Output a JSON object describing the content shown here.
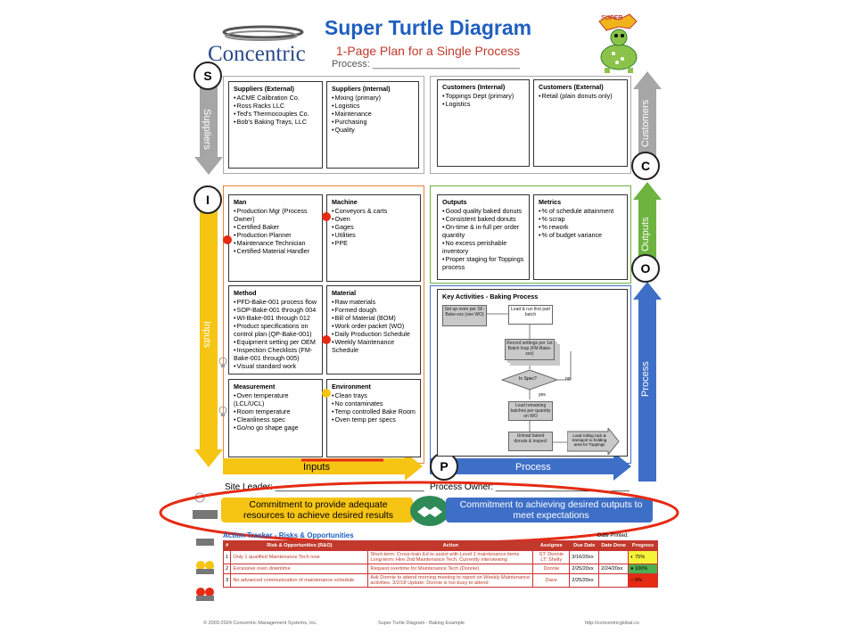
{
  "header": {
    "logo_text": "Concentric",
    "title": "Super Turtle Diagram",
    "subtitle": "1-Page Plan for a Single Process",
    "process_label": "Process: ___________________________",
    "badge_text": "SUPER"
  },
  "side_labels": {
    "s": "S",
    "i": "I",
    "c": "C",
    "o": "O",
    "p": "P",
    "suppliers": "Suppliers",
    "inputs": "Inputs",
    "customers": "Customers",
    "outputs": "Outputs",
    "process": "Process",
    "inputs_bottom": "Inputs",
    "process_bottom": "Process"
  },
  "suppliers_external": {
    "title": "Suppliers (External)",
    "items": [
      "ACME Calibration Co.",
      "Ross Racks LLC",
      "Ted's Thermocouples Co.",
      "Bob's Baking Trays, LLC"
    ]
  },
  "suppliers_internal": {
    "title": "Suppliers (Internal)",
    "items": [
      "Mixing (primary)",
      "Logistics",
      "Maintenance",
      "Purchasing",
      "Quality"
    ]
  },
  "customers_internal": {
    "title": "Customers (Internal)",
    "items": [
      "Toppings Dept (primary)",
      "Logistics"
    ]
  },
  "customers_external": {
    "title": "Customers (External)",
    "items": [
      "Retail (plain donuts only)"
    ]
  },
  "man": {
    "title": "Man",
    "items": [
      "Production Mgr (Process Owner)",
      "Certified Baker",
      "Production Planner",
      "Maintenance Technician",
      "Certified Material Handler"
    ]
  },
  "machine": {
    "title": "Machine",
    "items": [
      "Conveyors & carts",
      "Oven",
      "Gages",
      "Utilities",
      "PPE"
    ]
  },
  "method": {
    "title": "Method",
    "items": [
      "PFD-Bake-001 process flow",
      "SOP-Bake-001 through 004",
      "WI-Bake-001 through 012",
      "Product specifications on control plan (QP-Bake-001)",
      "Equipment setting per OEM",
      "Inspection Checklists (FM-Bake-001 through 005)",
      "Visual standard work"
    ]
  },
  "material": {
    "title": "Material",
    "items": [
      "Raw materials",
      "Formed dough",
      "Bill of Material (BOM)",
      "Work order packet (WO)",
      "Daily Production Schedule",
      "Weekly Maintenance Schedule"
    ]
  },
  "measurement": {
    "title": "Measurement",
    "items": [
      "Oven temperature (LCL/UCL)",
      "Room temperature",
      "Cleanliness spec",
      "Go/no go shape gage"
    ]
  },
  "environment": {
    "title": "Environment",
    "items": [
      "Clean trays",
      "No contaminates",
      "Temp controlled Bake Room",
      "Oven temp per specs"
    ]
  },
  "outputs": {
    "title": "Outputs",
    "items": [
      "Good quality baked donuts",
      "Consistent baked donuts",
      "On-time & in-full per order quantity",
      "No excess perishable inventory",
      "Proper staging for Toppings process"
    ]
  },
  "metrics": {
    "title": "Metrics",
    "items": [
      "% of schedule attainment",
      "% scrap",
      "% rework",
      "% of budget variance"
    ]
  },
  "key_activities": {
    "title": "Key Activities - Baking Process",
    "steps": {
      "s1": "Set up oven per SF-Bake-xxx (see WO)",
      "s2": "Load & run first part batch",
      "s3": "Record settings per 1st Batch Insp (FM-Bake-xxx)",
      "s4": "In Spec?",
      "s5": "Load remaining batches per quantity on WO",
      "s6": "Unload baked donuts & inspect",
      "s7": "Load rolling rack & transport to holding area for Toppings",
      "yes": "yes",
      "no": "no"
    }
  },
  "signatures": {
    "site_leader": "Site Leader: ______________________________",
    "process_owner": "Process Owner: ___________________________"
  },
  "commitments": {
    "left": "Commitment to provide adequate resources to achieve desired results",
    "right": "Commitment to achieving desired outputs to meet expectations"
  },
  "action_tracker": {
    "title": "Action Tracker - Risks & Opportunities",
    "date_printed_label": "Date Printed:",
    "headers": [
      "#",
      "Risk & Opportunities (R&O)",
      "Action",
      "Assignee",
      "Due Date",
      "Date Done",
      "Progress"
    ],
    "rows": [
      {
        "num": "1",
        "risk": "Only 1 qualified Maintenance Tech now",
        "action": "Short-term: Cross-train Ed to assist with Level 1 maintenance items",
        "action2": "Long-term: Hire 2nd Maintenance Tech. Currently interviewing",
        "assignee": "ST: Donnie",
        "assignee2": "LT: Shelly",
        "due": "3/16/20xx",
        "done": "",
        "progress": "75%",
        "progress_color": "#f5f33a"
      },
      {
        "num": "2",
        "risk": "Excessive oven downtime",
        "action": "Request overtime for Maintenance Tech (Donnie)",
        "action2": "",
        "assignee": "Donnie",
        "assignee2": "",
        "due": "2/25/20xx",
        "done": "2/24/20xx",
        "progress": "100%",
        "progress_color": "#4caf50"
      },
      {
        "num": "3",
        "risk": "No advanced communication of maintenance schedule",
        "action": "Ask Donnie to attend morning meeting to report on Weekly Maintenance",
        "action2": "activities. 3/2/18 Update: Donnie is too busy to attend",
        "assignee": "Dave",
        "assignee2": "",
        "due": "2/25/20xx",
        "done": "",
        "progress": "0%",
        "progress_color": "#e52b13"
      }
    ]
  },
  "footer": {
    "left": "© 2003-2024 Concentric Management Systems, Inc.",
    "center": "Super Turtle Diagram - Baking Example",
    "right": "http://concentricglobal.co"
  },
  "colors": {
    "inputs": "#f6c413",
    "process": "#3e6fc7",
    "outputs": "#6db33f",
    "grey": "#a6a6a6",
    "title": "#1f5fbf",
    "subtitle": "#c0392b",
    "red": "#e52b13"
  }
}
